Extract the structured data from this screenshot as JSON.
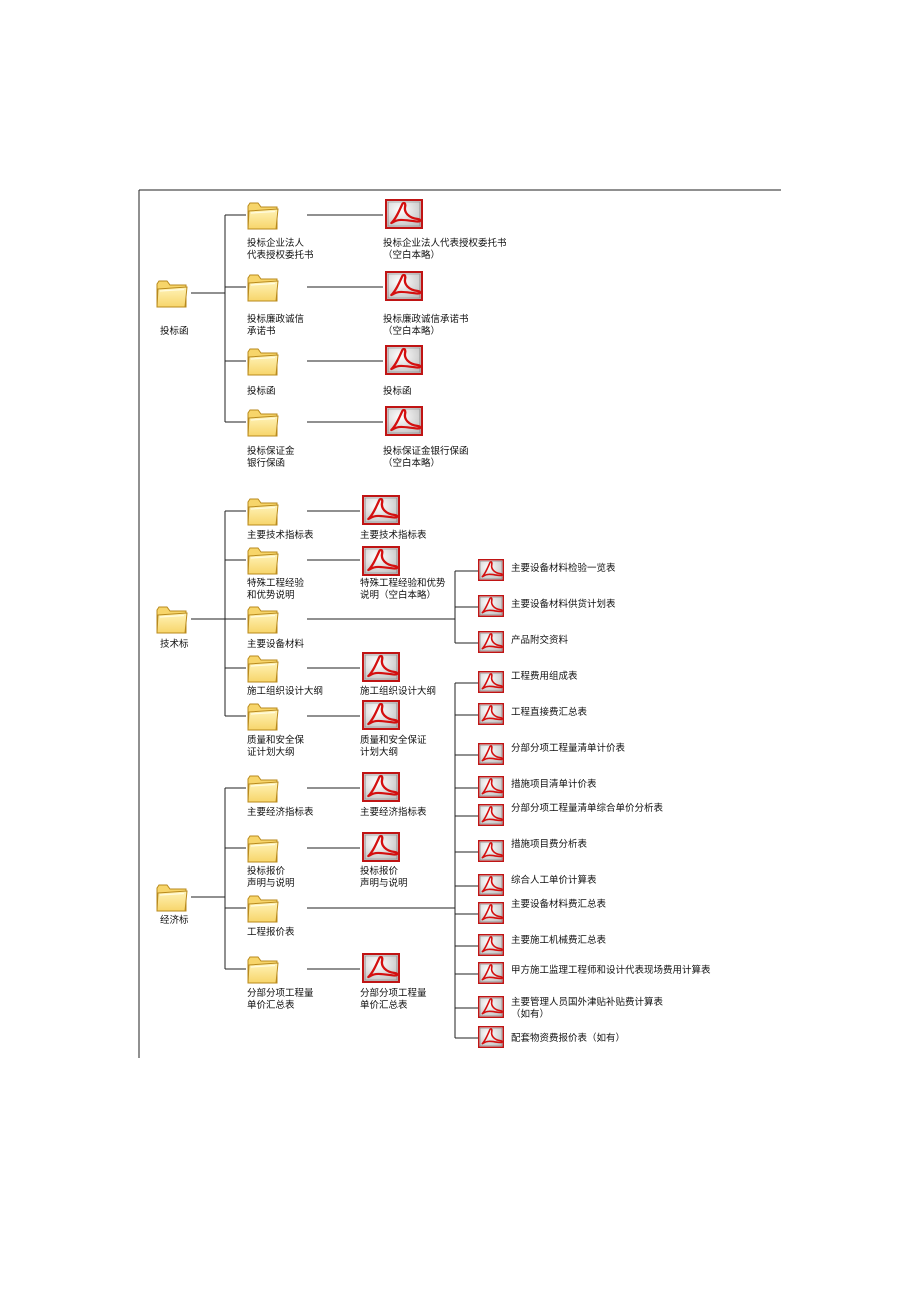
{
  "diagram": {
    "groups": [
      {
        "label": "投标函",
        "items": [
          {
            "folder": "投标企业法人\n代表授权委托书",
            "pdf": "投标企业法人代表授权委托书\n（空白本略）"
          },
          {
            "folder": "投标廉政诚信\n承诺书",
            "pdf": "投标廉政诚信承诺书\n（空白本略）"
          },
          {
            "folder": "投标函",
            "pdf": "投标函"
          },
          {
            "folder": "投标保证金\n银行保函",
            "pdf": "投标保证金银行保函\n（空白本略）"
          }
        ]
      },
      {
        "label": "技术标",
        "items": [
          {
            "folder": "主要技术指标表",
            "pdf": "主要技术指标表"
          },
          {
            "folder": "特殊工程经验\n和优势说明",
            "pdf": "特殊工程经验和优势\n说明（空白本略）"
          },
          {
            "folder": "主要设备材料",
            "pdfs": [
              "主要设备材料检验一览表",
              "主要设备材料供货计划表",
              "产品附交资料"
            ]
          },
          {
            "folder": "施工组织设计大纲",
            "pdf": "施工组织设计大纲"
          },
          {
            "folder": "质量和安全保\n证计划大纲",
            "pdf": "质量和安全保证\n计划大纲"
          }
        ]
      },
      {
        "label": "经济标",
        "items": [
          {
            "folder": "主要经济指标表",
            "pdf": "主要经济指标表"
          },
          {
            "folder": "投标报价\n声明与说明",
            "pdf": "投标报价\n声明与说明"
          },
          {
            "folder": "工程报价表",
            "pdfs": [
              "工程费用组成表",
              "工程直接费汇总表",
              "分部分项工程量清单计价表",
              "措施项目清单计价表",
              "分部分项工程量清单综合单价分析表",
              "措施项目费分析表",
              "综合人工单价计算表",
              "主要设备材料费汇总表",
              "主要施工机械费汇总表",
              "甲方施工监理工程师和设计代表现场费用计算表",
              "主要管理人员国外津贴补贴费计算表\n（如有）",
              "配套物资费报价表（如有）"
            ]
          },
          {
            "folder": "分部分项工程量\n单价汇总表",
            "pdf": "分部分项工程量\n单价汇总表"
          }
        ]
      }
    ]
  },
  "colors": {
    "line": "#222222",
    "border": "#d8d8d8",
    "folder_fill": "#f7d56a",
    "folder_edge": "#b98a1c",
    "pdf_frame": "#c01414",
    "pdf_bg": "#b9b9b9",
    "pdf_ribbon": "#d40f0f"
  },
  "icons": {
    "folder": "folder-icon",
    "pdf": "pdf-document-icon"
  }
}
